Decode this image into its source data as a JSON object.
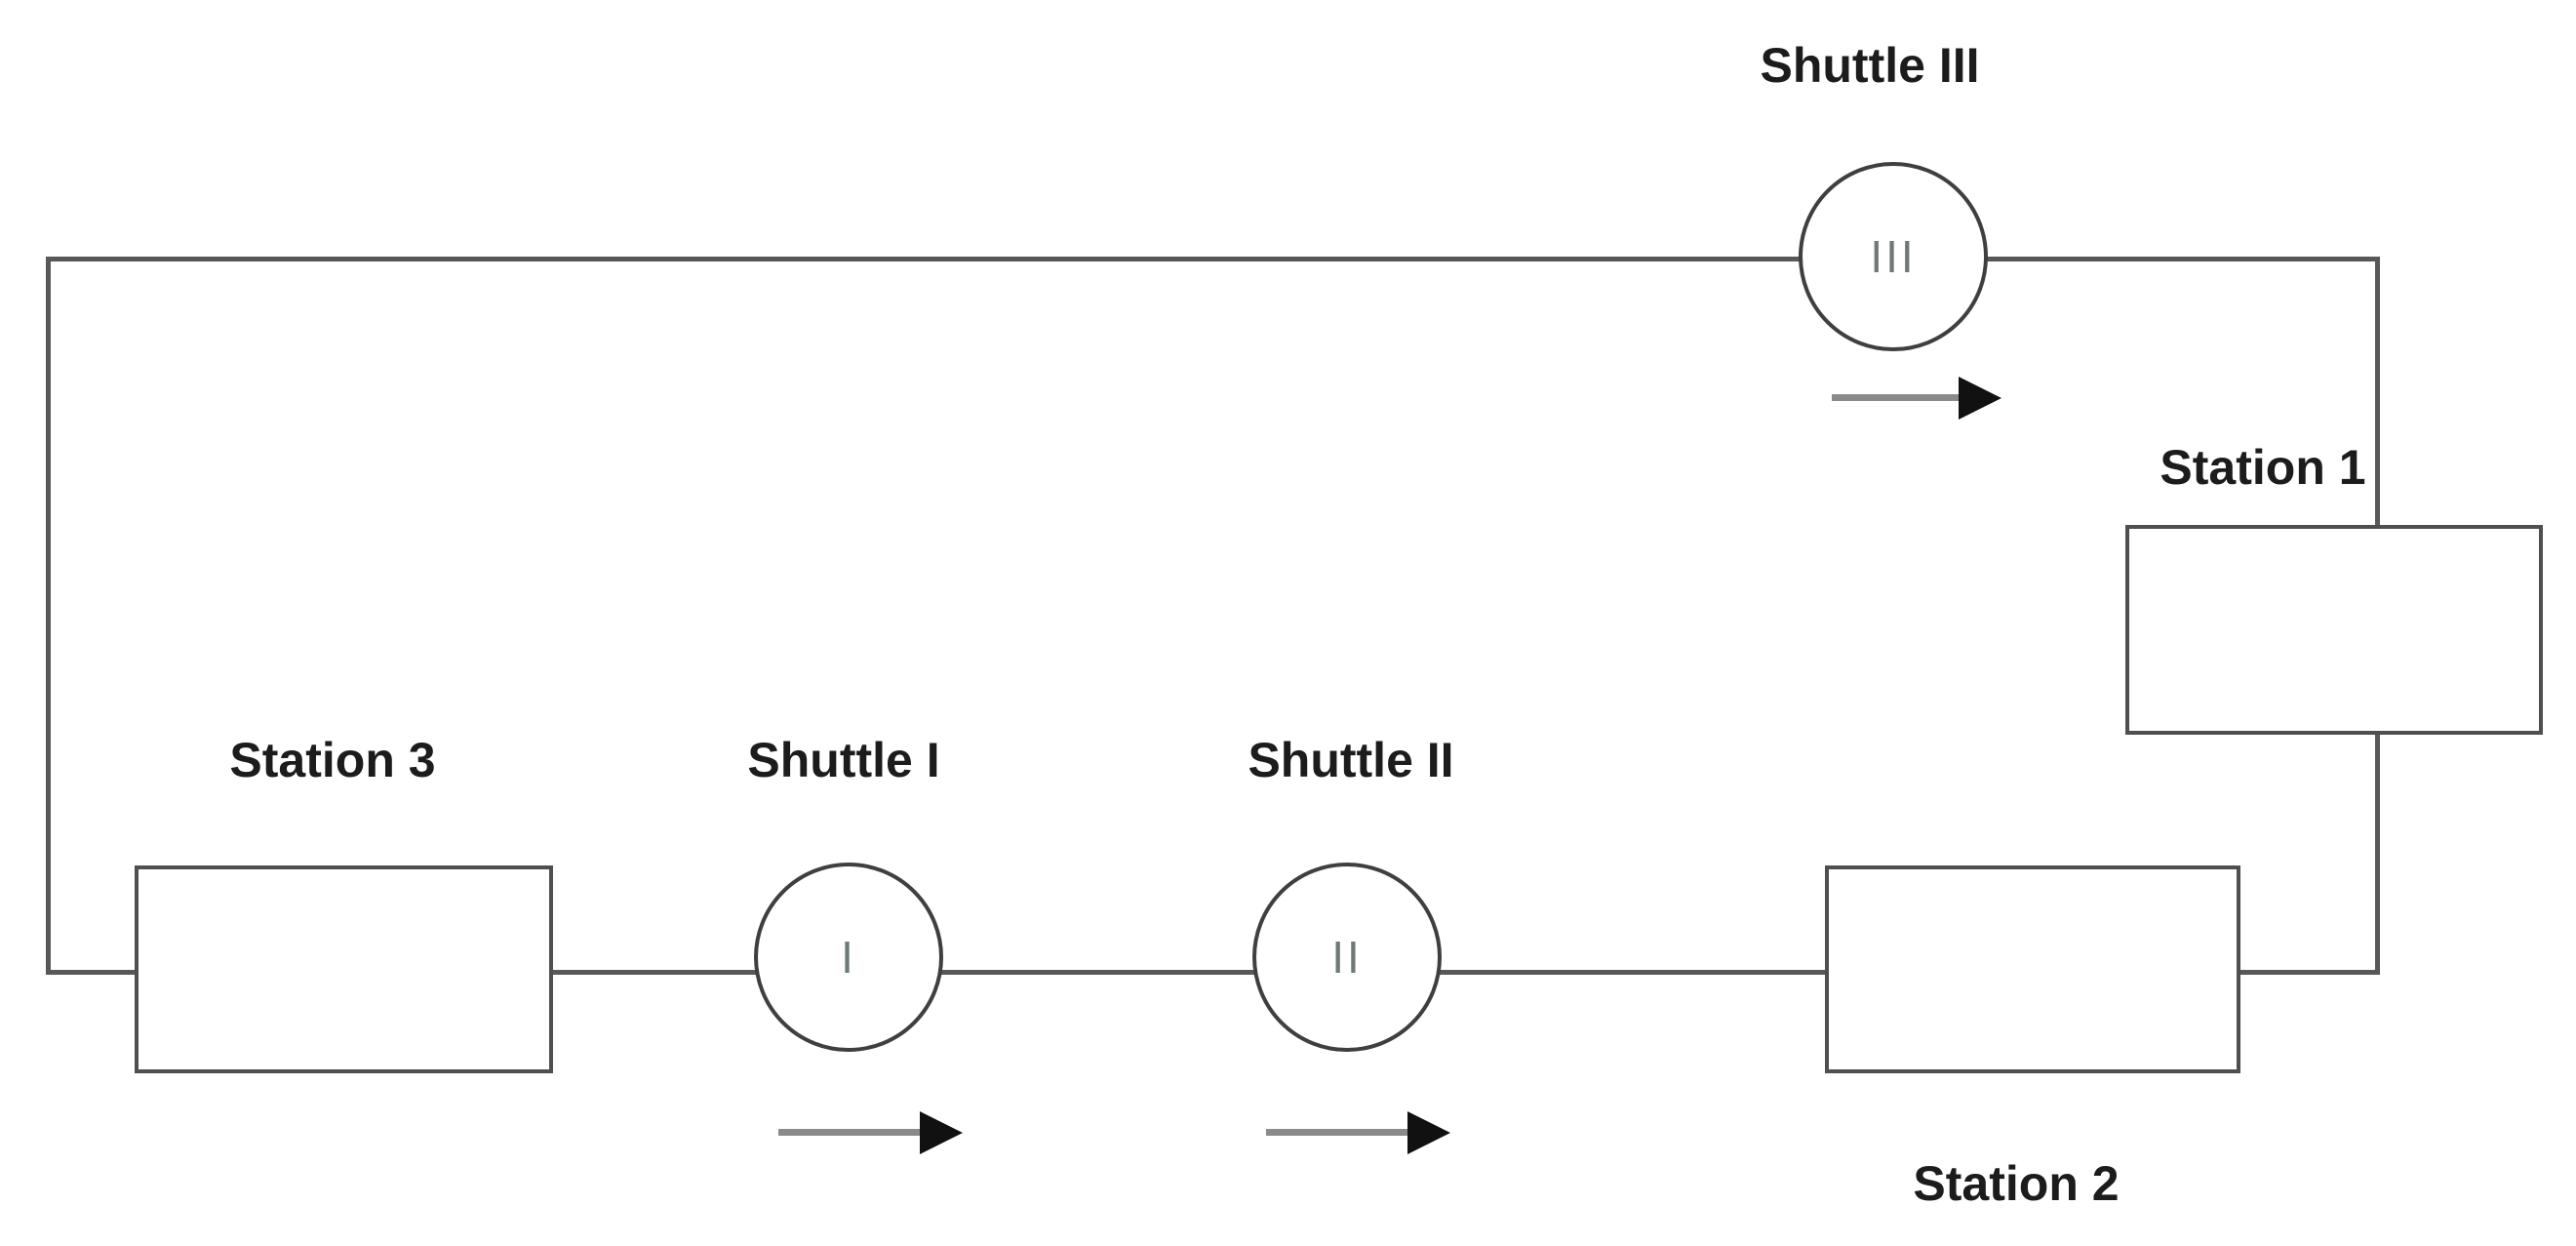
{
  "diagram": {
    "type": "shuttle-loop-track-schematic",
    "stations": [
      {
        "id": "station-1",
        "label": "Station 1"
      },
      {
        "id": "station-2",
        "label": "Station 2"
      },
      {
        "id": "station-3",
        "label": "Station 3"
      }
    ],
    "shuttles": [
      {
        "id": "shuttle-1",
        "label": "Shuttle I",
        "symbol": "I",
        "direction": "right"
      },
      {
        "id": "shuttle-2",
        "label": "Shuttle II",
        "symbol": "II",
        "direction": "right"
      },
      {
        "id": "shuttle-3",
        "label": "Shuttle III",
        "symbol": "III",
        "direction": "right"
      }
    ],
    "colors": {
      "track": "#585858",
      "shape_border": "#4f4f4f",
      "label_text": "#1c1c1c",
      "shuttle_symbol": "#6f7a76",
      "arrow_shaft": "#8a8a8a",
      "arrow_head": "#111111",
      "background": "#ffffff"
    }
  }
}
